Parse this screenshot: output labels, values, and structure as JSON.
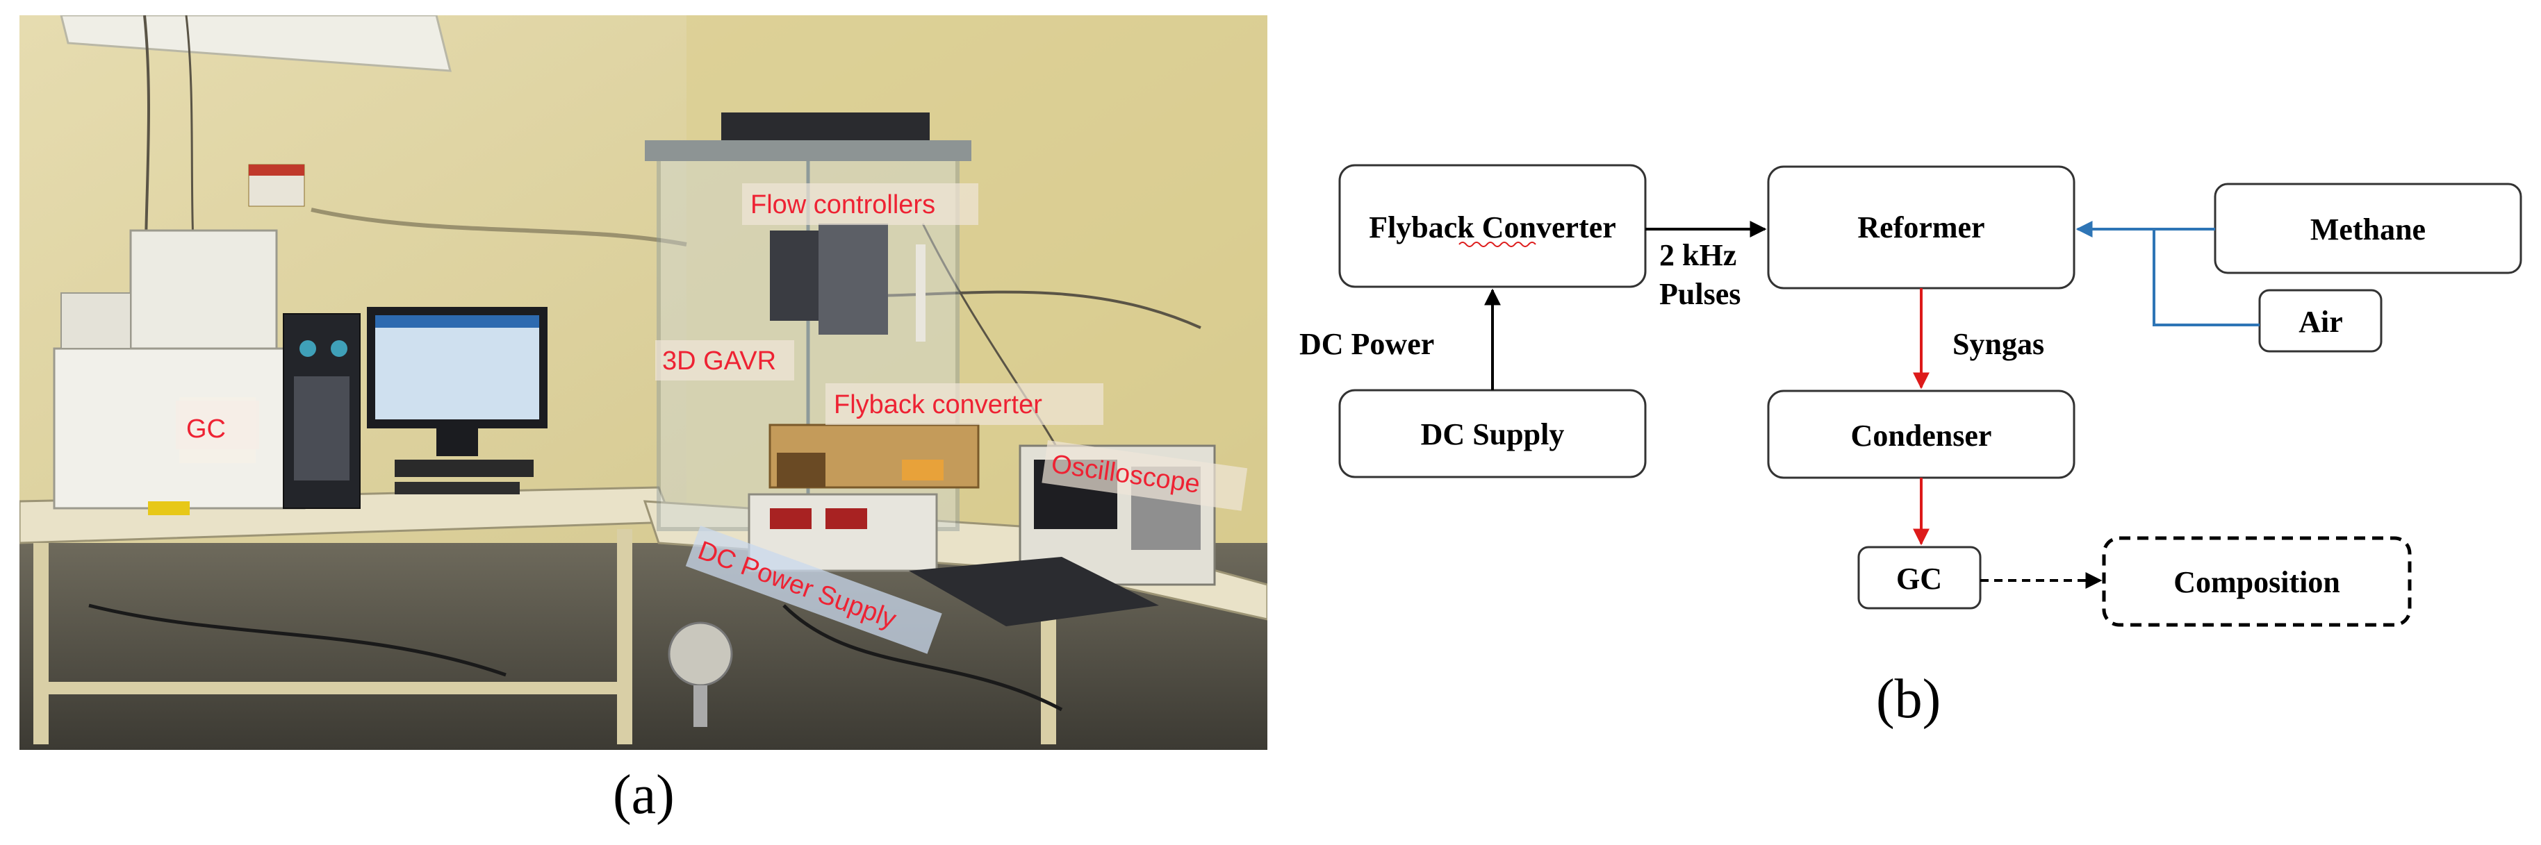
{
  "photo": {
    "labels": {
      "gc": "GC",
      "flow_controllers": "Flow controllers",
      "gavr": "3D GAVR",
      "flyback": "Flyback converter",
      "oscilloscope": "Oscilloscope",
      "dc_power_supply": "DC Power Supply"
    },
    "caption": "(a)"
  },
  "diagram": {
    "nodes": {
      "flyback": "Flyback Converter",
      "dc_supply": "DC Supply",
      "reformer": "Reformer",
      "methane": "Methane",
      "air": "Air",
      "condenser": "Condenser",
      "gc": "GC",
      "composition": "Composition"
    },
    "edge_labels": {
      "dc_power": "DC Power",
      "pulses_line1": "2 kHz",
      "pulses_line2": "Pulses",
      "syngas": "Syngas"
    },
    "colors": {
      "black_arrow": "#000000",
      "red_arrow": "#dd1a1a",
      "blue_arrow": "#2e75b6"
    },
    "caption": "(b)"
  }
}
